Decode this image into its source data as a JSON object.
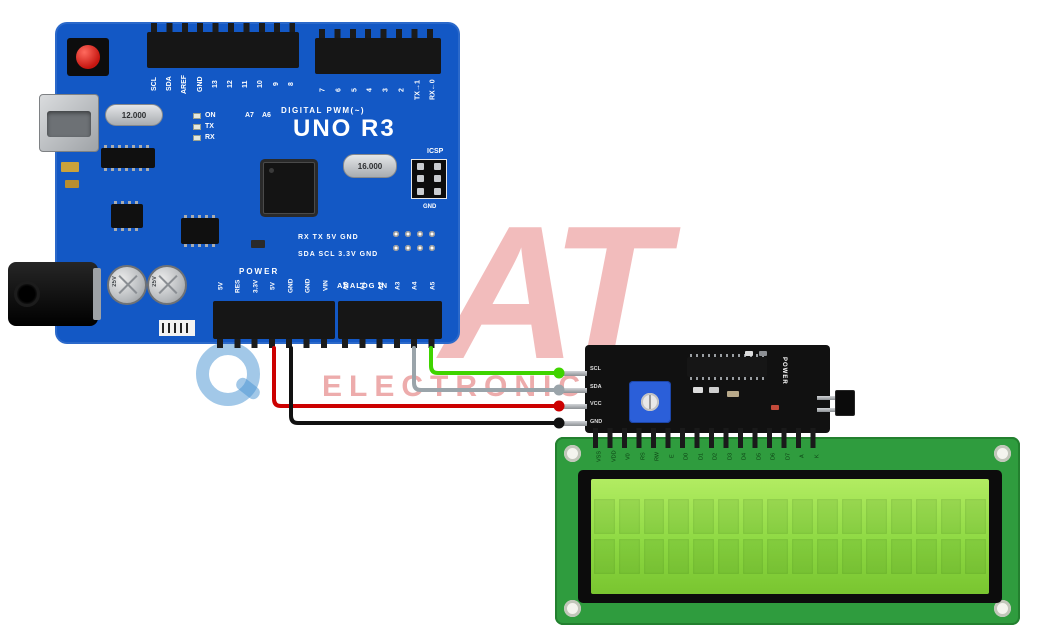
{
  "arduino": {
    "board_name": "UNO R3",
    "digital_header_label": "DIGITAL PWM(~)",
    "digital_pins_left": [
      "SCL",
      "SDA",
      "AREF",
      "GND",
      "13",
      "12",
      "11",
      "10",
      "9",
      "8"
    ],
    "digital_pins_right": [
      "7",
      "6",
      "5",
      "4",
      "3",
      "2",
      "TX→1",
      "RX←0"
    ],
    "status_leds": [
      "ON",
      "TX",
      "RX"
    ],
    "extra_analog_labels": [
      "A7",
      "A6"
    ],
    "crystal_main": "12.000",
    "crystal_secondary": "16.000",
    "icsp_label": "ICSP",
    "icsp_gnd_label": "GND",
    "serial_header_row1": "RX TX 5V GND",
    "serial_header_row2": "SDA SCL 3.3V GND",
    "power_section_label": "POWER",
    "analog_section_label": "ANALOG IN",
    "power_pins": [
      "5V",
      "RES",
      "3.3V",
      "5V",
      "GND",
      "GND",
      "VIN"
    ],
    "analog_pins": [
      "A0",
      "A1",
      "A2",
      "A3",
      "A4",
      "A5"
    ],
    "capacitor_rating": "25V"
  },
  "i2c_backpack": {
    "interface_pins": [
      "SCL",
      "SDA",
      "VCC",
      "GND"
    ],
    "power_label": "POWER"
  },
  "lcd": {
    "pin_labels": [
      "VSS",
      "VDD",
      "V0",
      "RS",
      "RW",
      "E",
      "D0",
      "D1",
      "D2",
      "D3",
      "D4",
      "D5",
      "D6",
      "D7",
      "A",
      "K"
    ],
    "columns": 16,
    "rows": 2
  },
  "wires": [
    {
      "signal": "SCL",
      "color": "#3fd400",
      "from": "Arduino A5",
      "to": "Backpack SCL"
    },
    {
      "signal": "SDA",
      "color": "#9aa4aa",
      "from": "Arduino A4",
      "to": "Backpack SDA"
    },
    {
      "signal": "VCC",
      "color": "#cc0000",
      "from": "Arduino 5V",
      "to": "Backpack VCC"
    },
    {
      "signal": "GND",
      "color": "#111111",
      "from": "Arduino GND",
      "to": "Backpack GND"
    }
  ],
  "watermark": {
    "brand_initials": "AT",
    "brand_name": "ELECTRONICS"
  }
}
